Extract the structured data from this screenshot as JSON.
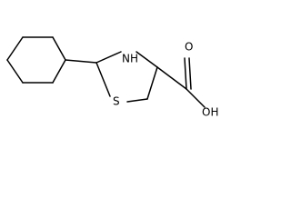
{
  "molecule": {
    "atoms": {
      "nh": "N",
      "nh_h": "H",
      "s": "S",
      "o": "O",
      "oh": "OH"
    }
  }
}
